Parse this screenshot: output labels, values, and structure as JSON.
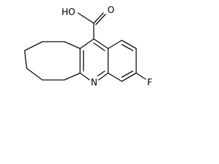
{
  "structure": {
    "atoms": {
      "hydroxyl": "HO",
      "carbonyl_oxygen": "O",
      "ring_nitrogen": "N",
      "fluorine": "F"
    }
  },
  "colors": {
    "background": "#ffffff",
    "bonds": "#000000",
    "labels": "#000000"
  }
}
